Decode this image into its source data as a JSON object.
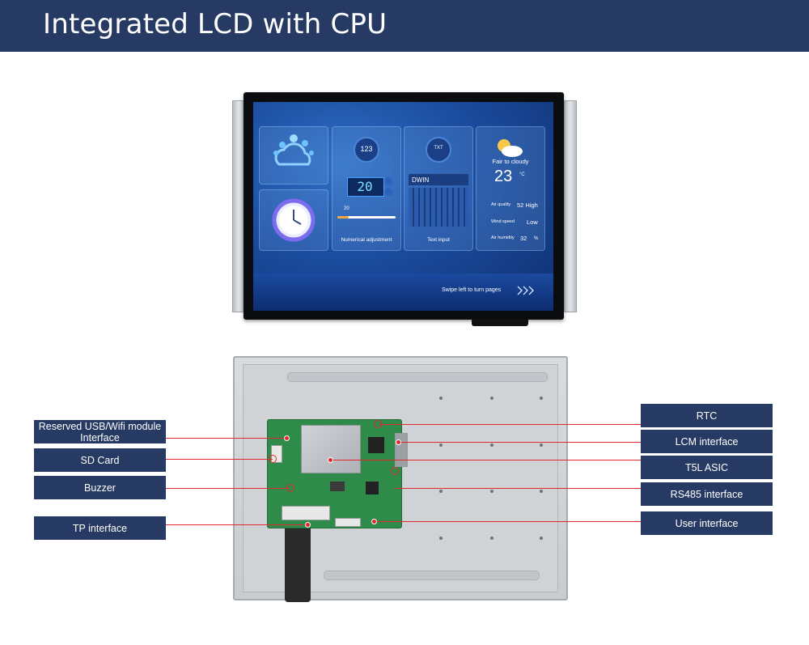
{
  "header": {
    "title": "Integrated LCD with CPU"
  },
  "lcd": {
    "keypad_number": "20",
    "keypad_icon_text": "123",
    "slider_value": "20",
    "numerical_label": "Numerical adjustment",
    "text_input_placeholder": "DWIN",
    "text_icon_text": "TXT",
    "text_input_label": "Text input",
    "weather_title": "Fair to cloudy",
    "temperature": "23",
    "temperature_unit": "°C",
    "air_quality_label": "Air quality",
    "air_quality_value": "52 High",
    "wind_label": "Wind speed",
    "wind_value": "Low",
    "humidity_label": "Air humidity",
    "humidity_value": "32",
    "humidity_unit": "%",
    "swipe_text": "Swipe left to turn pages"
  },
  "callouts_left": [
    {
      "label": "Reserved USB/Wifi module Interface"
    },
    {
      "label": "SD Card"
    },
    {
      "label": "Buzzer"
    },
    {
      "label": "TP interface"
    }
  ],
  "callouts_right": [
    {
      "label": "RTC"
    },
    {
      "label": "LCM interface"
    },
    {
      "label": "T5L ASIC"
    },
    {
      "label": "RS485 interface"
    },
    {
      "label": "User interface"
    }
  ],
  "colors": {
    "banner": "#273a63",
    "callout_line": "#e0282e",
    "pcb": "#2e8b4a"
  }
}
